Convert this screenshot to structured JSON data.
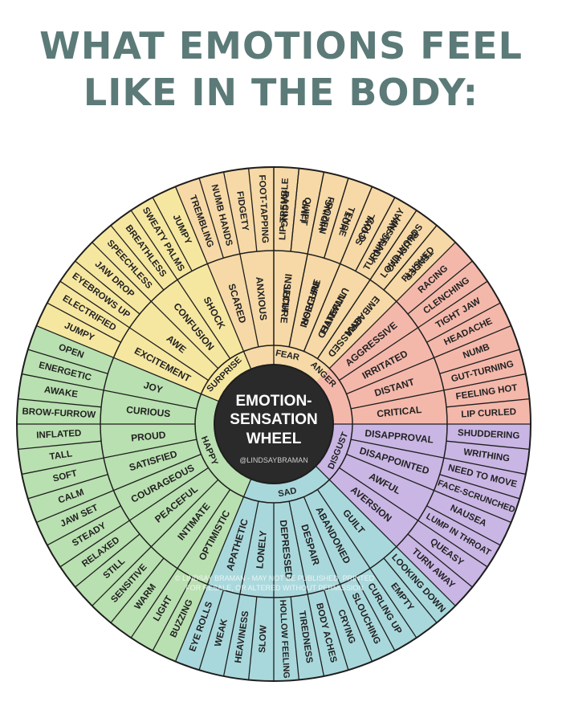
{
  "title": {
    "line1": "WHAT EMOTIONS FEEL",
    "line2": "LIKE IN THE BODY:"
  },
  "center": {
    "line1": "EMOTION-",
    "line2": "SENSATION",
    "line3": "WHEEL",
    "credit": "@LINDSAYBRAMAN"
  },
  "watermark": {
    "line1": "© LINDSAY BRAMAN - MAY NOT BE PUBLISHED, PRINTED",
    "line2": "FOR RESALE, OR ALTERED WITHOUT PERMISSION"
  },
  "colors": {
    "fear": "#f6d9a6",
    "anger": "#f4b8ab",
    "disgust": "#c9b6e4",
    "sad": "#a9d8dc",
    "happy": "#b9e0b0",
    "surprise": "#f6e7a0",
    "outline": "#1e1e1e",
    "title": "#5b7a78",
    "center": "#2a2a2a"
  },
  "emotions": [
    {
      "key": "anger",
      "name": "ANGER",
      "color": "#f4b8ab",
      "secondary": [
        "HURT",
        "INSECURE",
        "HATEFUL",
        "MAD",
        "AGGRESSIVE",
        "IRRITATED",
        "DISTANT",
        "CRITICAL"
      ],
      "sensations": [
        "LIP-TREMBLE",
        "LIMP",
        "HIDING",
        "HOT",
        "SCOWL",
        "TURNING AWAY",
        "LOUD WORDS",
        "FLUSHED",
        "RACING",
        "CLENCHING",
        "TIGHT JAW",
        "HEADACHE",
        "NUMB",
        "GUT-TURNING",
        "FEELING HOT",
        "LIP CURLED"
      ]
    },
    {
      "key": "disgust",
      "name": "DISGUST",
      "color": "#c9b6e4",
      "secondary": [
        "DISAPPROVAL",
        "DISAPPOINTED",
        "AWFUL",
        "AVERSION"
      ],
      "sensations": [
        "SHUDDERING",
        "WRITHING",
        "NEED TO MOVE",
        "FACE-SCRUNCHED",
        "NAUSEA",
        "LUMP IN THROAT",
        "QUEASY",
        "TURN AWAY"
      ]
    },
    {
      "key": "sad",
      "name": "SAD",
      "color": "#a9d8dc",
      "secondary": [
        "GUILT",
        "ABANDONED",
        "DESPAIR",
        "DEPRESSED",
        "LONELY",
        "APATHETIC"
      ],
      "sensations": [
        "LOOKING DOWN",
        "EMPTY",
        "CURLING UP",
        "SLOUCHING",
        "CRYING",
        "BODY ACHES",
        "TIREDNESS",
        "HOLLOW FEELING",
        "SLOW",
        "HEAVINESS",
        "WEAK",
        "EYE ROLLS"
      ]
    },
    {
      "key": "happy",
      "name": "HAPPY",
      "color": "#b9e0b0",
      "secondary": [
        "OPTIMISTIC",
        "INTIMATE",
        "PEACEFUL",
        "COURAGEOUS",
        "SATISFIED",
        "PROUD",
        "CURIOUS",
        "JOY"
      ],
      "sensations": [
        "BUZZING",
        "LIGHT",
        "WARM",
        "SENSITIVE",
        "STILL",
        "RELAXED",
        "STEADY",
        "JAW SET",
        "CALM",
        "SOFT",
        "TALL",
        "INFLATED",
        "BROW-FURROW",
        "AWAKE",
        "ENERGETIC",
        "OPEN"
      ]
    },
    {
      "key": "surprise",
      "name": "SURPRISE",
      "color": "#f6e7a0",
      "secondary": [
        "EXCITEMENT",
        "AWE",
        "CONFUSION",
        "SHOCK"
      ],
      "sensations": [
        "JUMPY",
        "ELECTRIFIED",
        "EYEBROWS UP",
        "JAW DROP",
        "SPEECHLESS",
        "BREATHLESS",
        "SWEATY PALMS",
        "JUMPY"
      ]
    },
    {
      "key": "fear",
      "name": "FEAR",
      "color": "#f6d9a6",
      "secondary": [
        "SCARED",
        "ANXIOUS",
        "INSECURE",
        "INFERIOR",
        "UNWANTED",
        "EMBARRASSED"
      ],
      "sensations": [
        "TREMBLING",
        "NUMB HANDS",
        "FIDGETY",
        "FOOT-TAPPING",
        "RACING",
        "QUIET",
        "FROZEN",
        "TENSE",
        "COLD",
        "UNSTEADY",
        "BLUSHING",
        "TENDER"
      ]
    }
  ]
}
